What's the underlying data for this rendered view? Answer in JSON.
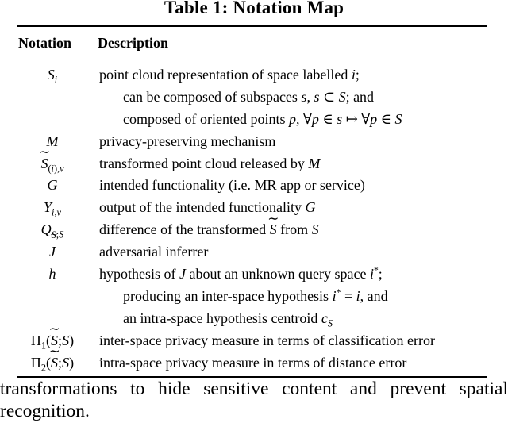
{
  "title": "Table 1: Notation Map",
  "table": {
    "headers": [
      "Notation",
      "Description"
    ],
    "rows": [
      {
        "notation": [
          {
            "t": "S",
            "i": true
          },
          {
            "t": "i",
            "i": true,
            "sub": true
          }
        ],
        "description_lines": [
          [
            {
              "t": "point cloud representation of space labelled "
            },
            {
              "t": "i",
              "i": true
            },
            {
              "t": ";"
            }
          ],
          [
            {
              "t": "can be composed of subspaces "
            },
            {
              "t": "s",
              "i": true
            },
            {
              "t": ", "
            },
            {
              "t": "s",
              "i": true
            },
            {
              "t": " ⊂ "
            },
            {
              "t": "S",
              "i": true
            },
            {
              "t": "; and"
            }
          ],
          [
            {
              "t": "composed of oriented points "
            },
            {
              "t": "p",
              "i": true
            },
            {
              "t": ", ∀"
            },
            {
              "t": "p",
              "i": true
            },
            {
              "t": " ∈ "
            },
            {
              "t": "s",
              "i": true
            },
            {
              "t": " ↦ ∀"
            },
            {
              "t": "p",
              "i": true
            },
            {
              "t": " ∈ "
            },
            {
              "t": "S",
              "i": true
            }
          ]
        ]
      },
      {
        "notation": [
          {
            "t": "M",
            "i": true
          }
        ],
        "description_lines": [
          [
            {
              "t": "privacy-preserving mechanism"
            }
          ]
        ]
      },
      {
        "notation": [
          {
            "t": "S",
            "i": true,
            "tilde": true
          },
          {
            "t": "(",
            "sub": true
          },
          {
            "t": "i",
            "i": true,
            "sub": true
          },
          {
            "t": "),",
            "sub": true
          },
          {
            "t": "v",
            "i": true,
            "sub": true
          }
        ],
        "description_lines": [
          [
            {
              "t": "transformed point cloud released by "
            },
            {
              "t": "M",
              "i": true
            }
          ]
        ]
      },
      {
        "notation": [
          {
            "t": "G",
            "i": true
          }
        ],
        "description_lines": [
          [
            {
              "t": "intended functionality (i.e. MR app or service)"
            }
          ]
        ]
      },
      {
        "notation": [
          {
            "t": "Y",
            "i": true
          },
          {
            "t": "i",
            "i": true,
            "sub": true
          },
          {
            "t": ",",
            "sub": true
          },
          {
            "t": "v",
            "i": true,
            "sub": true
          }
        ],
        "description_lines": [
          [
            {
              "t": "output of the intended functionality "
            },
            {
              "t": "G",
              "i": true
            }
          ]
        ]
      },
      {
        "notation": [
          {
            "t": "Q",
            "i": true
          },
          {
            "t": "S",
            "i": true,
            "sub": true,
            "tilde": true
          },
          {
            "t": ";",
            "sub": true
          },
          {
            "t": "S",
            "i": true,
            "sub": true
          }
        ],
        "description_lines": [
          [
            {
              "t": "difference of the transformed "
            },
            {
              "t": "S",
              "i": true,
              "tilde": true
            },
            {
              "t": " from "
            },
            {
              "t": "S",
              "i": true
            }
          ]
        ]
      },
      {
        "notation": [
          {
            "t": "J",
            "i": true
          }
        ],
        "description_lines": [
          [
            {
              "t": "adversarial inferrer"
            }
          ]
        ]
      },
      {
        "notation": [
          {
            "t": "h",
            "i": true
          }
        ],
        "description_lines": [
          [
            {
              "t": "hypothesis of "
            },
            {
              "t": "J",
              "i": true
            },
            {
              "t": " about an unknown query space "
            },
            {
              "t": "i",
              "i": true
            },
            {
              "t": "*",
              "sup": true
            },
            {
              "t": ";"
            }
          ],
          [
            {
              "t": "producing an inter-space hypothesis "
            },
            {
              "t": "i",
              "i": true
            },
            {
              "t": "*",
              "sup": true
            },
            {
              "t": " = "
            },
            {
              "t": "i",
              "i": true
            },
            {
              "t": ", and"
            }
          ],
          [
            {
              "t": "an intra-space hypothesis centroid "
            },
            {
              "t": "c",
              "i": true
            },
            {
              "t": "S",
              "i": true,
              "sub": true
            }
          ]
        ]
      },
      {
        "notation": [
          {
            "t": "Π"
          },
          {
            "t": "1",
            "sub": true
          },
          {
            "t": "("
          },
          {
            "t": "S",
            "i": true,
            "tilde": true
          },
          {
            "t": ";"
          },
          {
            "t": "S",
            "i": true
          },
          {
            "t": ")"
          }
        ],
        "description_lines": [
          [
            {
              "t": "inter-space privacy measure in terms of classification error"
            }
          ]
        ]
      },
      {
        "notation": [
          {
            "t": "Π"
          },
          {
            "t": "2",
            "sub": true
          },
          {
            "t": "("
          },
          {
            "t": "S",
            "i": true,
            "tilde": true
          },
          {
            "t": ";"
          },
          {
            "t": "S",
            "i": true
          },
          {
            "t": ")"
          }
        ],
        "description_lines": [
          [
            {
              "t": "intra-space privacy measure in terms of distance error"
            }
          ]
        ]
      }
    ]
  },
  "body": {
    "line1": "transformations to hide sensitive content and prevent spatial",
    "line2": "recognition."
  }
}
